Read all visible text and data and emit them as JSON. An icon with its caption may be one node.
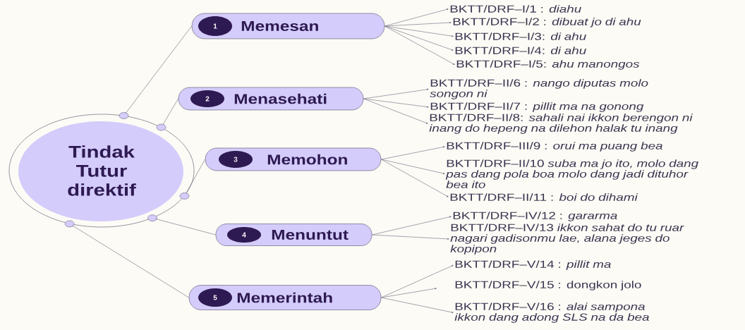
{
  "diagram": {
    "nodes": [
      {
        "text": [
          "Tindak Tutur direktif"
        ]
      },
      {
        "text": [
          "1",
          "Memesan"
        ]
      },
      {
        "text": [
          "2",
          "Menasehati"
        ]
      },
      {
        "text": [
          "3",
          "Memohon"
        ]
      },
      {
        "text": [
          "4",
          "Menuntut"
        ]
      },
      {
        "text": [
          "5",
          "Memerintah"
        ]
      },
      {
        "text": [
          "BKTT/DRF–I/1  :  *diahu*"
        ]
      },
      {
        "text": [
          "BKTT/DRF–I/2 : *dibuat jo di ahu*"
        ]
      },
      {
        "text": [
          "BKTT/DRF–I/3: *di ahu*"
        ]
      },
      {
        "text": [
          "BKTT/DRF–I/4: *di ahu*"
        ]
      },
      {
        "text": [
          "BKTT/DRF–I/5: *ahu manongos*"
        ]
      },
      {
        "text": [
          "BKTT/DRF–II/6  : *nango diputas molo songon ni*"
        ]
      },
      {
        "text": [
          "BKTT/DRF–II/7 : *pillit ma na gonong*"
        ]
      },
      {
        "text": [
          "BKTT/DRF–II/8: *sahali nai ikkon berengon ni inang do hepeng na dilehon halak tu inang*"
        ]
      },
      {
        "text": [
          "BKTT/DRF–III/9  : *orui ma puang bea*"
        ]
      },
      {
        "text": [
          "BKTT/DRF–II/10 *suba ma jo ito, molo dang pas dang pola boa molo dang jadi dituhor bea ito*"
        ]
      },
      {
        "text": [
          "BKTT/DRF–II/11 : *boi do dihami*"
        ]
      },
      {
        "text": [
          "BKTT/DRF–IV/12  : *gararma*"
        ]
      },
      {
        "text": [
          "BKTT/DRF–IV/13 *ikkon sahat do tu ruar nagari gadisonmu lae, alana jeges do kopipon*"
        ]
      },
      {
        "text": [
          "BKTT/DRF–V/14  : *pillit ma*"
        ]
      },
      {
        "text": [
          "BKTT/DRF–V/15  : dongkon jolo"
        ]
      },
      {
        "text": [
          "BKTT/DRF–V/16 : *alai sampona ikkon dang adong SLS na da bea*"
        ]
      }
    ],
    "edges": [
      {
        "from": 0,
        "to": 1,
        "arrow": "none"
      },
      {
        "from": 0,
        "to": 2,
        "arrow": "none"
      },
      {
        "from": 0,
        "to": 3,
        "arrow": "none"
      },
      {
        "from": 0,
        "to": 4,
        "arrow": "none"
      },
      {
        "from": 0,
        "to": 5,
        "arrow": "none"
      },
      {
        "from": 1,
        "to": 6,
        "arrow": "to"
      },
      {
        "from": 1,
        "to": 7,
        "arrow": "to"
      },
      {
        "from": 1,
        "to": 8,
        "arrow": "to"
      },
      {
        "from": 1,
        "to": 9,
        "arrow": "to"
      },
      {
        "from": 1,
        "to": 10,
        "arrow": "to"
      },
      {
        "from": 2,
        "to": 11,
        "arrow": "to"
      },
      {
        "from": 2,
        "to": 12,
        "arrow": "to"
      },
      {
        "from": 2,
        "to": 13,
        "arrow": "to"
      },
      {
        "from": 3,
        "to": 14,
        "arrow": "to"
      },
      {
        "from": 3,
        "to": 15,
        "arrow": "to"
      },
      {
        "from": 3,
        "to": 16,
        "arrow": "to"
      },
      {
        "from": 4,
        "to": 17,
        "arrow": "to"
      },
      {
        "from": 4,
        "to": 18,
        "arrow": "to"
      },
      {
        "from": 5,
        "to": 19,
        "arrow": "to"
      },
      {
        "from": 5,
        "to": 20,
        "arrow": "to"
      },
      {
        "from": 5,
        "to": 21,
        "arrow": "to"
      }
    ]
  }
}
